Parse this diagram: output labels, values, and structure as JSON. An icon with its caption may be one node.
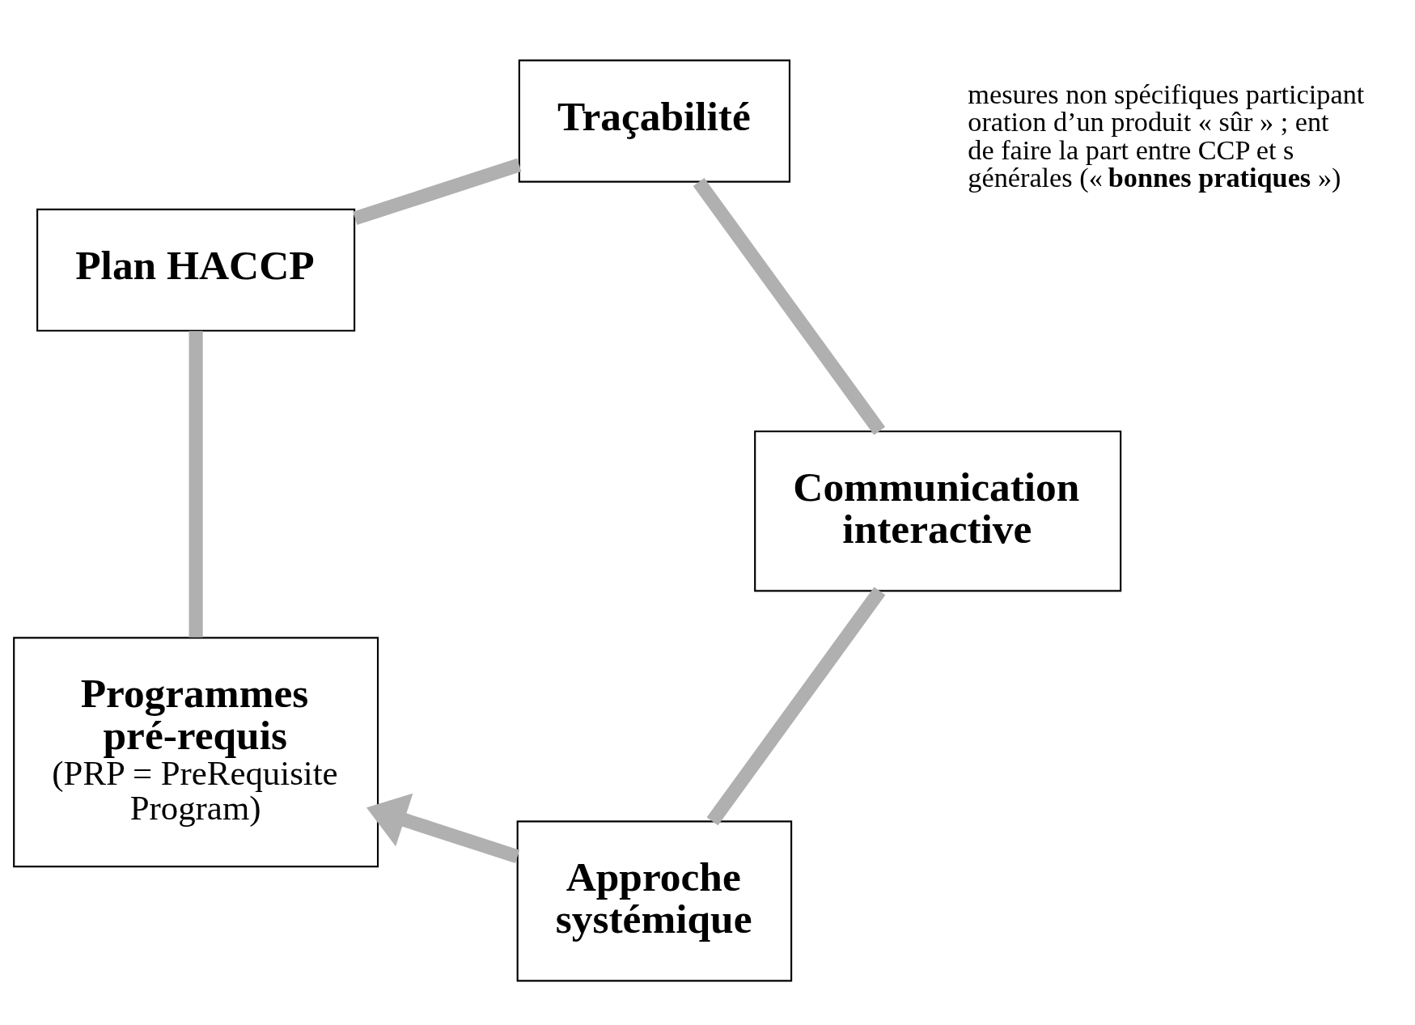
{
  "diagram": {
    "nodes": [
      {
        "text": [
          "Approche systémique"
        ]
      },
      {
        "text": [
          "Communication interactive"
        ]
      },
      {
        "text": [
          "Traçabilité"
        ]
      },
      {
        "text": [
          "Plan HACCP"
        ]
      },
      {
        "text": [
          "Programmes pré-requis",
          "(PRP = PreRequisite Program)"
        ]
      }
    ],
    "edges": [
      {
        "from": 4,
        "to": 3,
        "arrow": "none"
      },
      {
        "from": 3,
        "to": 2,
        "arrow": "none"
      },
      {
        "from": 2,
        "to": 1,
        "arrow": "none"
      },
      {
        "from": 1,
        "to": 0,
        "arrow": "none"
      },
      {
        "from": 0,
        "to": 4,
        "arrow": "to"
      }
    ],
    "labels": [
      "mesures non spécifiques participant oration d’un produit « sûr » ; ent de faire la part entre CCP et s générales (« **bonnes pratiques** »)"
    ]
  }
}
